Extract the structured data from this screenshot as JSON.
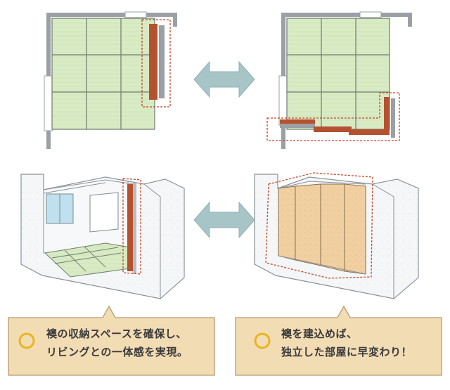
{
  "captions": {
    "left": {
      "line1": "襖の収納スペースを確保し、",
      "line2": "リビングとの一体感を実現。"
    },
    "right": {
      "line1": "襖を建込めば、",
      "line2": "独立した部屋に早変わり！"
    }
  },
  "icons": {
    "swap_top": "double-arrow-icon",
    "swap_bottom": "double-arrow-icon",
    "bullet_left": "circle-bullet-icon",
    "bullet_right": "circle-bullet-icon"
  },
  "colors": {
    "tatami": "#d8ebc4",
    "tatami_line": "#6f7a72",
    "wall": "#9aa0a6",
    "fusuma_stack": "#b5512f",
    "highlight": "#c0482e",
    "arrow": "#a7c4c6",
    "caption_bg": "#f2dcb4",
    "caption_border": "#b99a72",
    "bullet": "#e8b520",
    "fusuma_panel": "#f0cfa0"
  }
}
